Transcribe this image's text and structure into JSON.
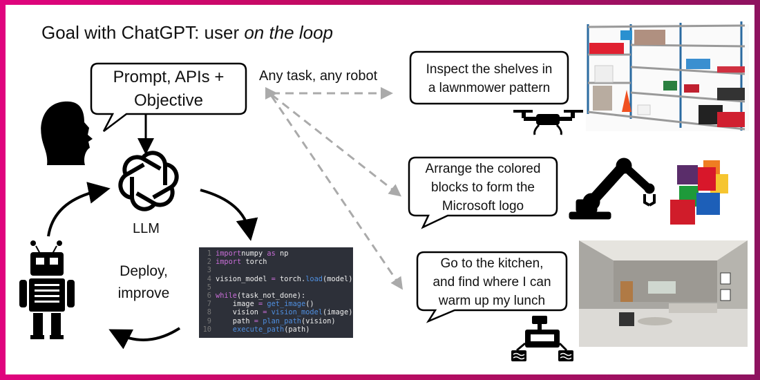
{
  "title": {
    "prefix": "Goal with ChatGPT: user ",
    "emphasis": "on the loop"
  },
  "user_bubble": {
    "line1": "Prompt, APIs +",
    "line2": "Objective"
  },
  "llm_label": "LLM",
  "deploy_label": {
    "line1": "Deploy,",
    "line2": "improve"
  },
  "any_task_label": "Any task, any robot",
  "tasks": [
    {
      "lines": [
        "Inspect the shelves in",
        "a lawnmower pattern"
      ],
      "robot": "drone-icon",
      "scene": "warehouse-shelves-photo"
    },
    {
      "lines": [
        "Arrange the colored",
        "blocks to form the",
        "Microsoft logo"
      ],
      "robot": "robot-arm-icon",
      "scene": "colored-blocks-photo"
    },
    {
      "lines": [
        "Go to the kitchen,",
        "and find where I can",
        "warm up my lunch"
      ],
      "robot": "wheeled-robot-icon",
      "scene": "living-room-photo"
    }
  ],
  "code": [
    {
      "n": "1",
      "parts": [
        [
          "kw",
          "import"
        ],
        [
          "",
          "numpy "
        ],
        [
          "kw",
          "as"
        ],
        [
          "",
          " np"
        ]
      ]
    },
    {
      "n": "2",
      "parts": [
        [
          "kw",
          "import"
        ],
        [
          "",
          " torch"
        ]
      ]
    },
    {
      "n": "3",
      "parts": []
    },
    {
      "n": "4",
      "parts": [
        [
          "",
          "vision_model "
        ],
        [
          "kw",
          "="
        ],
        [
          "",
          " torch."
        ],
        [
          "fn",
          "load"
        ],
        [
          "",
          "(model)"
        ]
      ]
    },
    {
      "n": "5",
      "parts": []
    },
    {
      "n": "6",
      "parts": [
        [
          "kw",
          "while"
        ],
        [
          "",
          "(task_not_done):"
        ]
      ]
    },
    {
      "n": "7",
      "parts": [
        [
          "",
          "    image "
        ],
        [
          "kw",
          "="
        ],
        [
          " fn",
          " get_image"
        ],
        [
          "",
          "()"
        ]
      ]
    },
    {
      "n": "8",
      "parts": [
        [
          "",
          "    vision "
        ],
        [
          "kw",
          "="
        ],
        [
          "fn",
          " vision_model"
        ],
        [
          "",
          "(image)"
        ]
      ]
    },
    {
      "n": "9",
      "parts": [
        [
          "",
          "    path "
        ],
        [
          "kw",
          "="
        ],
        [
          "fn",
          " plan_path"
        ],
        [
          "",
          "(vision)"
        ]
      ]
    },
    {
      "n": "10",
      "parts": [
        [
          "fn",
          "    execute_path"
        ],
        [
          "",
          "(path)"
        ]
      ]
    }
  ],
  "colors": {
    "border_left": "#e0047e",
    "border_right": "#8e1260",
    "dash": "#aaaaaa",
    "code_bg": "#2d3039"
  }
}
